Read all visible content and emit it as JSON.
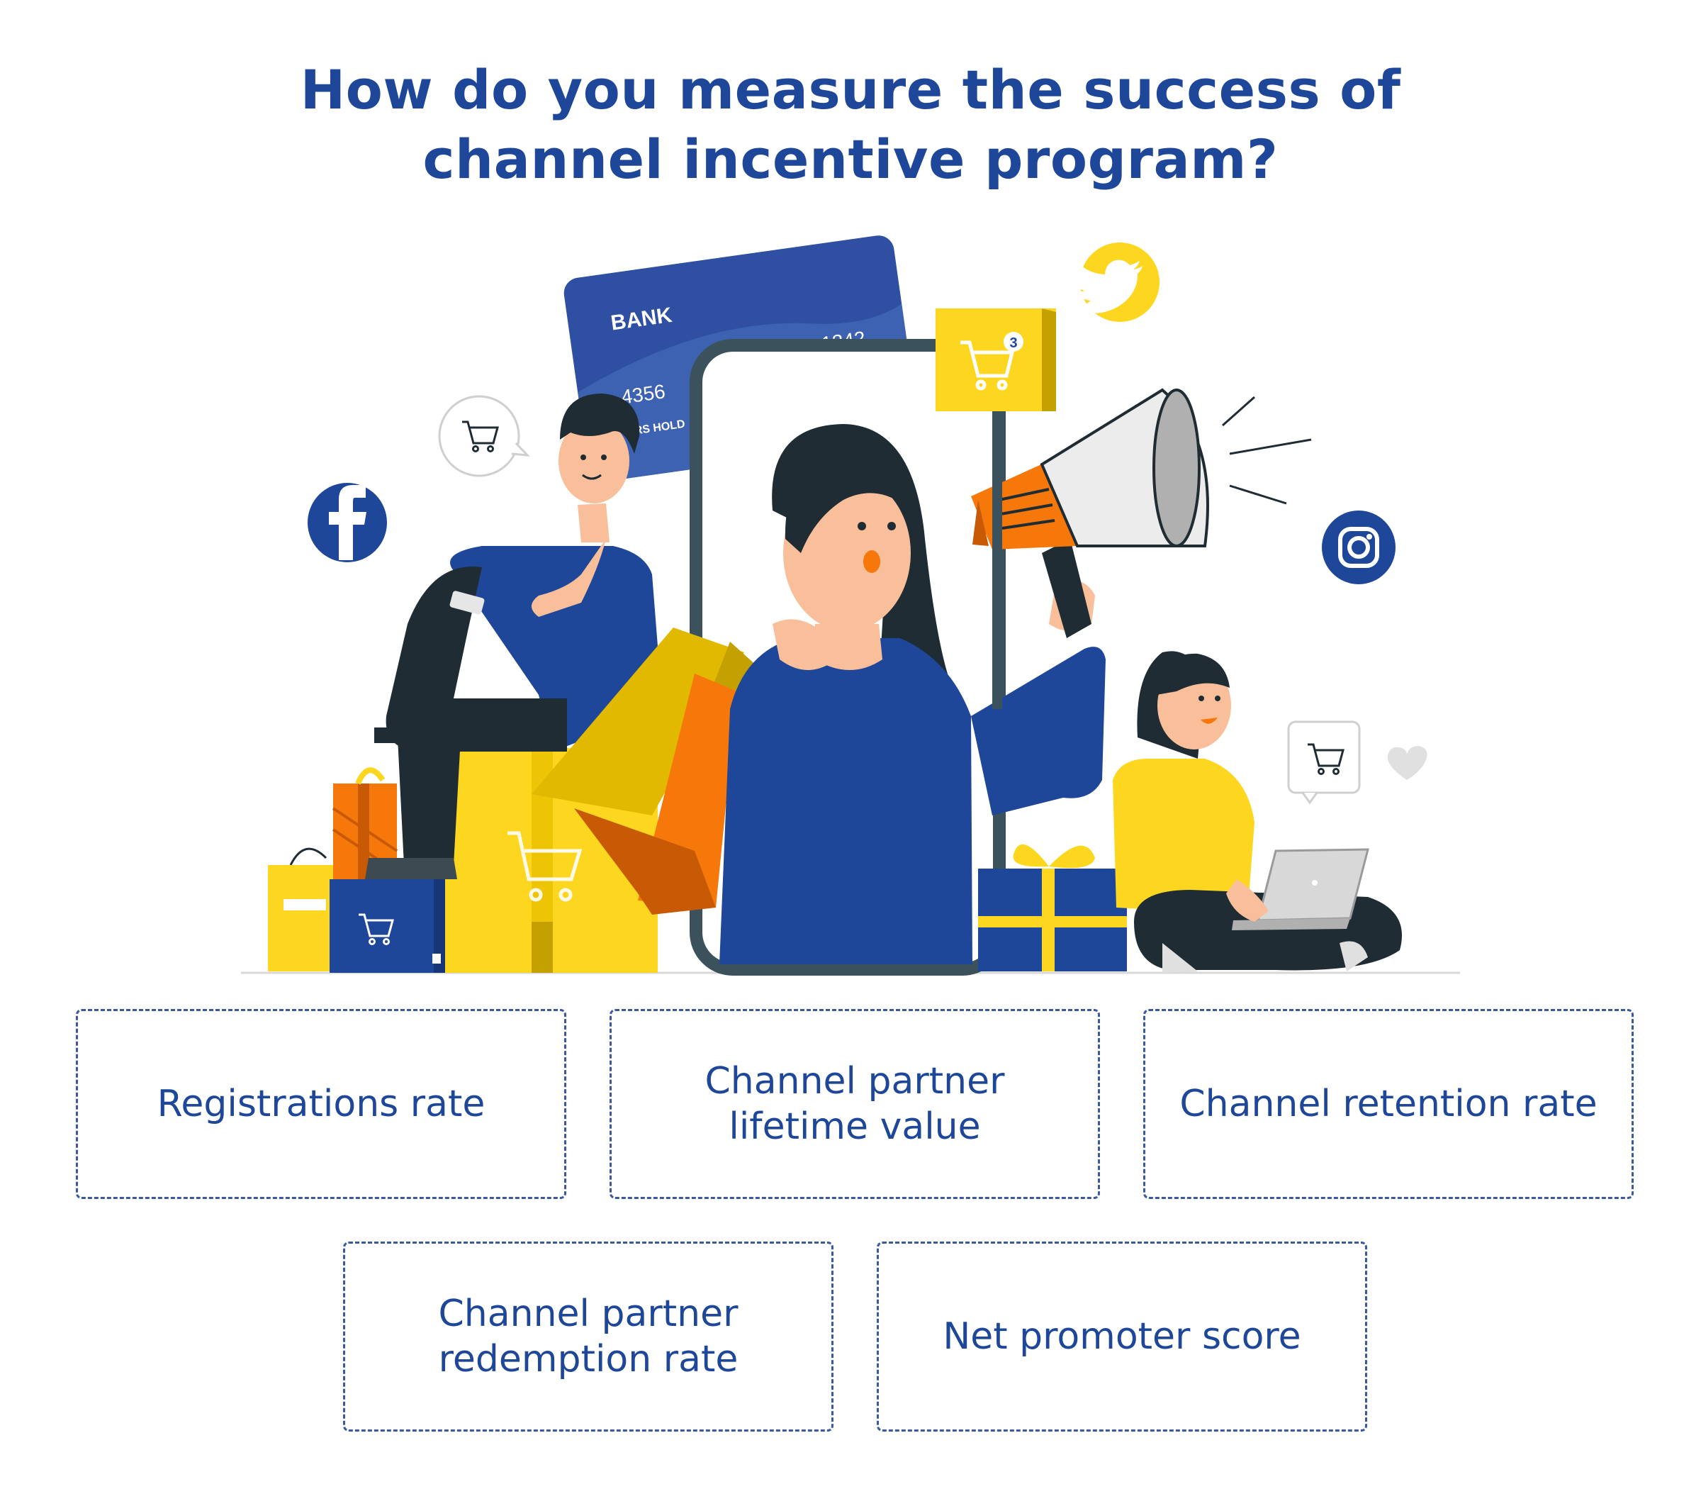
{
  "title": {
    "line1": "How do you measure the success of",
    "line2": "channel incentive program?"
  },
  "illustration": {
    "bank_card": {
      "bank": "BANK",
      "number_a": "4356",
      "number_b": "1342",
      "holder_fragment": "ARS HOLD"
    },
    "cart_badge_count": "3",
    "icons": [
      "facebook-icon",
      "twitter-icon",
      "instagram-icon",
      "shopping-cart-icon",
      "megaphone-icon",
      "heart-icon",
      "laptop-icon",
      "smartphone-icon",
      "gift-box-icon",
      "shopping-bag-icon"
    ],
    "colors": {
      "brand_blue": "#1e4799",
      "yellow": "#fdd620",
      "orange": "#f7780a",
      "dark": "#1f2c33",
      "skin": "#f9bf9a"
    }
  },
  "metrics": [
    {
      "label": "Registrations rate"
    },
    {
      "label": "Channel partner lifetime value"
    },
    {
      "label": "Channel retention rate"
    },
    {
      "label": "Channel partner redemption rate"
    },
    {
      "label": "Net promoter score"
    }
  ]
}
